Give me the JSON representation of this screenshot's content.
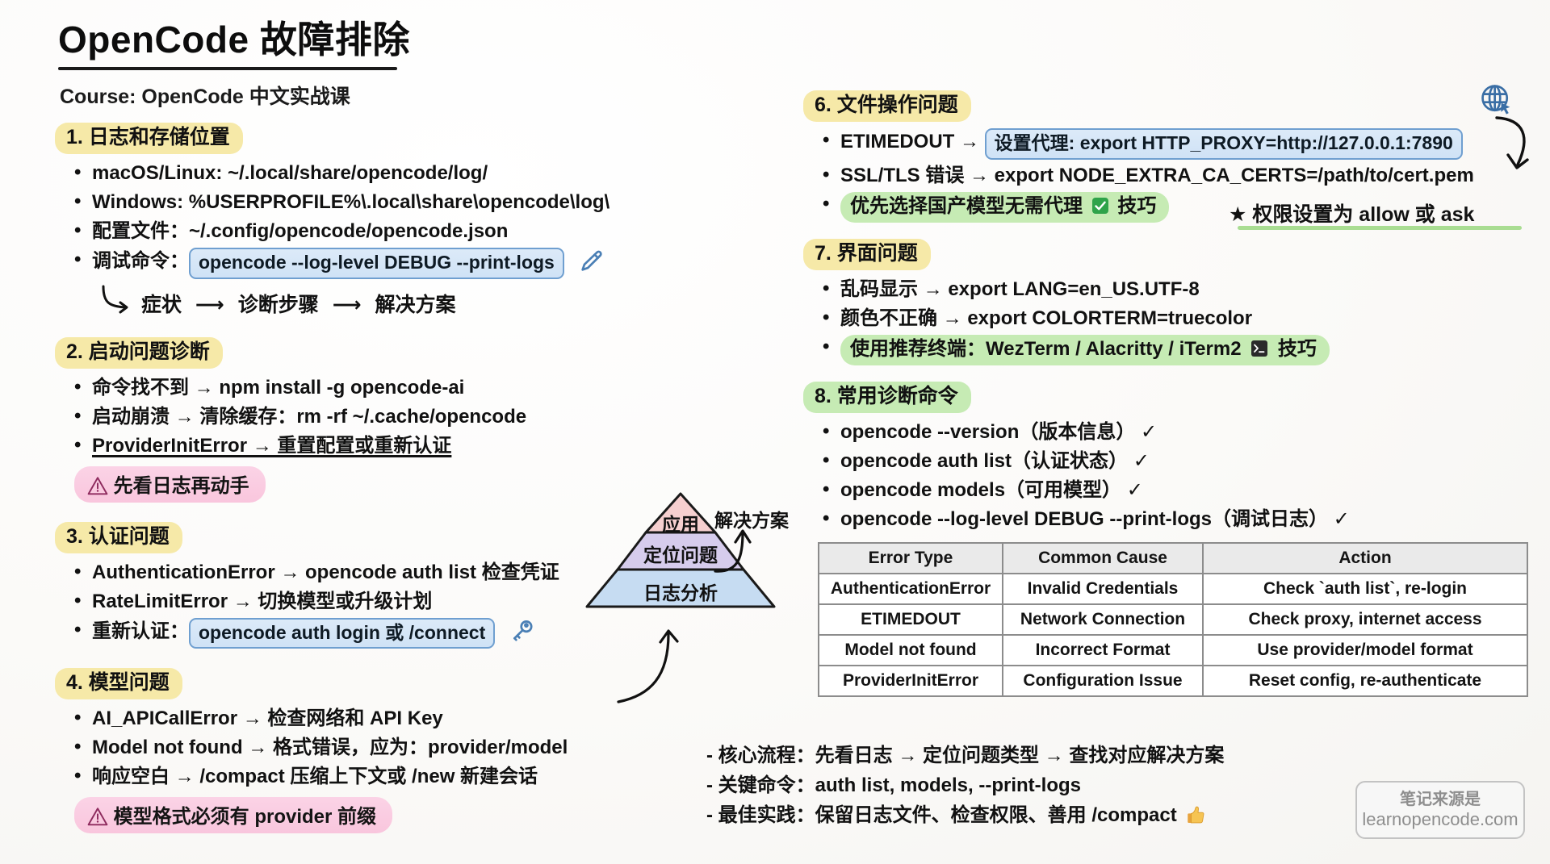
{
  "header": {
    "title": "OpenCode 故障排除",
    "course": "Course: OpenCode 中文实战课"
  },
  "sections": {
    "s1": {
      "heading": "1. 日志和存储位置",
      "items": [
        "macOS/Linux: ~/.local/share/opencode/log/",
        "Windows: %USERPROFILE%\\.local\\share\\opencode\\log\\",
        "配置文件：~/.config/opencode/opencode.json"
      ],
      "debug_label": "调试命令：",
      "debug_code": "opencode --log-level DEBUG --print-logs",
      "flow": [
        "症状",
        "诊断步骤",
        "解决方案"
      ],
      "edit_icon": "pencil-icon"
    },
    "s2": {
      "heading": "2. 启动问题诊断",
      "items": [
        "命令找不到 → npm install -g opencode-ai",
        "启动崩溃 → 清除缓存：rm -rf ~/.cache/opencode",
        "ProviderInitError → 重置配置或重新认证"
      ],
      "warn": "先看日志再动手",
      "warn_icon": "warning-triangle-icon"
    },
    "s3": {
      "heading": "3. 认证问题",
      "items": [
        "AuthenticationError → opencode auth list 检查凭证",
        "RateLimitError → 切换模型或升级计划"
      ],
      "reauth_label": "重新认证：",
      "reauth_code": "opencode auth login 或 /connect",
      "key_icon": "key-icon"
    },
    "s4": {
      "heading": "4. 模型问题",
      "items": [
        "AI_APICallError → 检查网络和 API Key",
        "Model not found → 格式错误，应为：provider/model",
        "响应空白 → /compact 压缩上下文或 /new 新建会话"
      ],
      "warn": "模型格式必须有 provider 前缀",
      "warn_icon": "warning-triangle-icon"
    },
    "s6": {
      "heading": "6. 文件操作问题",
      "etimedout_label": "ETIMEDOUT →",
      "etimedout_code": "设置代理: export HTTP_PROXY=http://127.0.0.1:7890",
      "ssl_line": "SSL/TLS 错误 → export NODE_EXTRA_CA_CERTS=/path/to/cert.pem",
      "tip": "优先选择国产模型无需代理",
      "tip_icon": "check-mark-green-icon",
      "tip_suffix": "技巧",
      "star_note": "★ 权限设置为 allow 或 ask",
      "globe_icon": "globe-cursor-icon"
    },
    "s7": {
      "heading": "7. 界面问题",
      "items": [
        "乱码显示 → export LANG=en_US.UTF-8",
        "颜色不正确 → export COLORTERM=truecolor"
      ],
      "tip": "使用推荐终端：WezTerm / Alacritty / iTerm2",
      "tip_icon": "terminal-icon",
      "tip_suffix": "技巧"
    },
    "s8": {
      "heading": "8. 常用诊断命令",
      "items": [
        "opencode --version（版本信息）",
        "opencode auth list（认证状态）",
        "opencode models（可用模型）",
        "opencode --log-level DEBUG --print-logs（调试日志）"
      ],
      "check": "✓"
    }
  },
  "pyramid": {
    "levels": [
      {
        "label": "应用",
        "color": "#f6cfcf"
      },
      {
        "label": "定位问题",
        "color": "#d6ccec"
      },
      {
        "label": "日志分析",
        "color": "#c6dcf2"
      }
    ],
    "callout": "解决方案"
  },
  "table": {
    "columns": [
      "Error Type",
      "Common Cause",
      "Action"
    ],
    "rows": [
      [
        "AuthenticationError",
        "Invalid Credentials",
        "Check `auth list`, re-login"
      ],
      [
        "ETIMEDOUT",
        "Network Connection",
        "Check proxy, internet access"
      ],
      [
        "Model not found",
        "Incorrect Format",
        "Use provider/model format"
      ],
      [
        "ProviderInitError",
        "Configuration Issue",
        "Reset config, re-authenticate"
      ]
    ]
  },
  "summary": {
    "line1": "- 核心流程：先看日志 → 定位问题类型 → 查找对应解决方案",
    "line2": "- 关键命令：auth list, models, --print-logs",
    "line3_prefix": "- 最佳实践：保留日志文件、检查权限、善用 /compact",
    "line3_icon": "thumbs-up-icon"
  },
  "watermark": {
    "line1": "笔记来源是",
    "line2": "learnopencode.com"
  },
  "colors": {
    "highlight_yellow": "#f6e9a8",
    "highlight_green": "#c6ebb4",
    "warn_pink": "#f9c6dd",
    "code_blue_bg": "#cfe2f6",
    "code_blue_border": "#6f9fd0",
    "icon_blue": "#4a7fb5"
  }
}
